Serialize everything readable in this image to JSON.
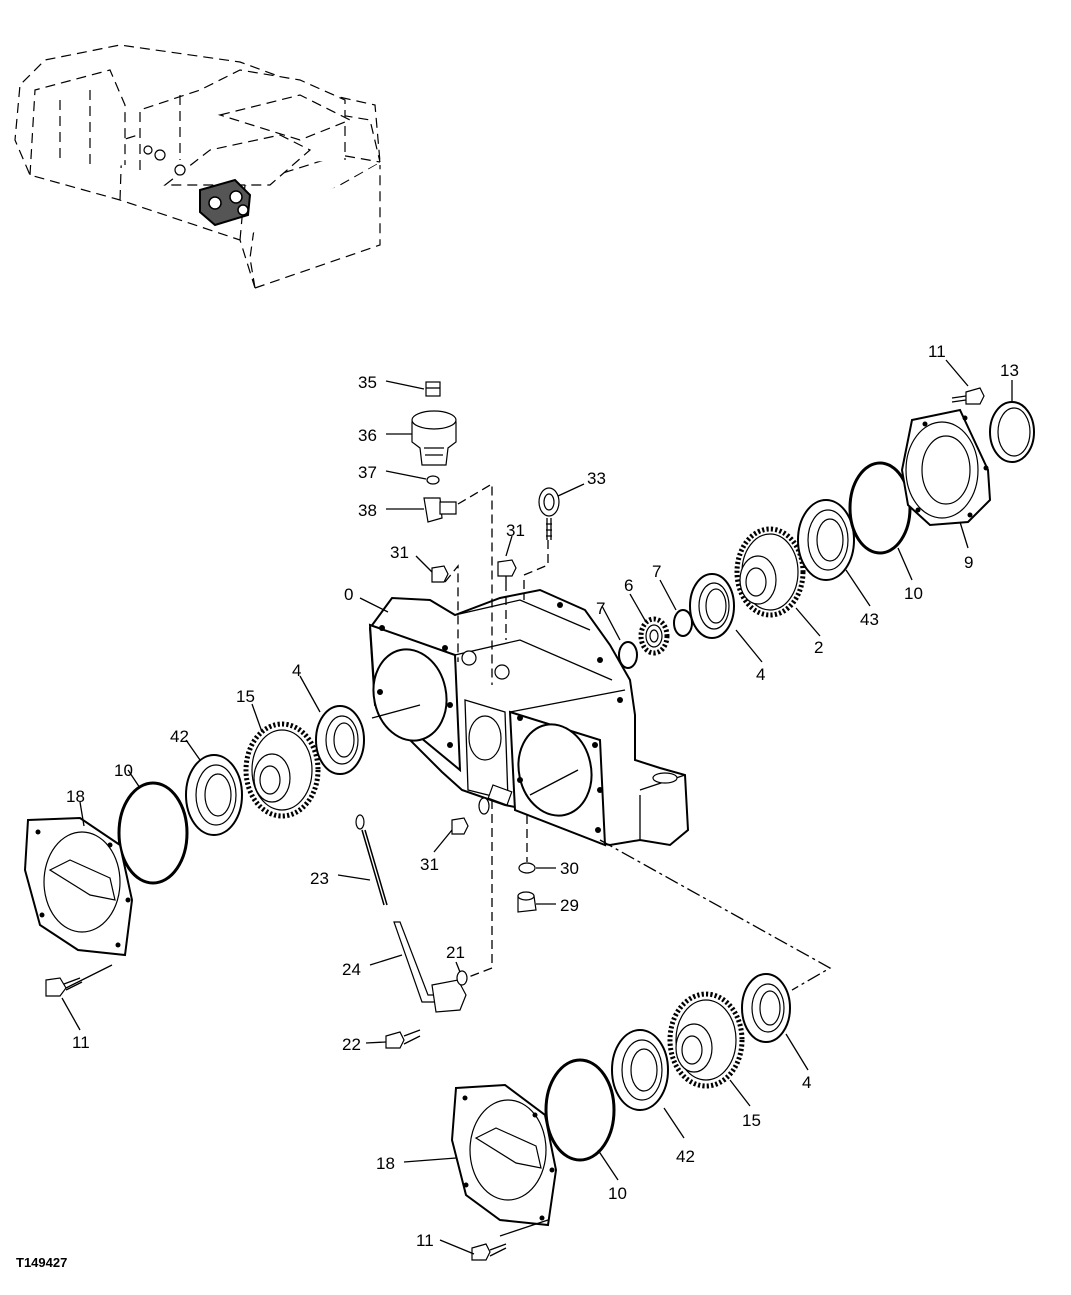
{
  "figure_code": "T149427",
  "callouts": {
    "c0": "0",
    "c2": "2",
    "c4a": "4",
    "c4b": "4",
    "c4c": "4",
    "c6": "6",
    "c7a": "7",
    "c7b": "7",
    "c9": "9",
    "c10a": "10",
    "c10b": "10",
    "c10c": "10",
    "c11a": "11",
    "c11b": "11",
    "c11c": "11",
    "c13": "13",
    "c15a": "15",
    "c15b": "15",
    "c18a": "18",
    "c18b": "18",
    "c21": "21",
    "c22": "22",
    "c23": "23",
    "c24": "24",
    "c29": "29",
    "c30": "30",
    "c31a": "31",
    "c31b": "31",
    "c31c": "31",
    "c33": "33",
    "c35": "35",
    "c36": "36",
    "c37": "37",
    "c38": "38",
    "c42a": "42",
    "c42b": "42",
    "c43": "43"
  }
}
